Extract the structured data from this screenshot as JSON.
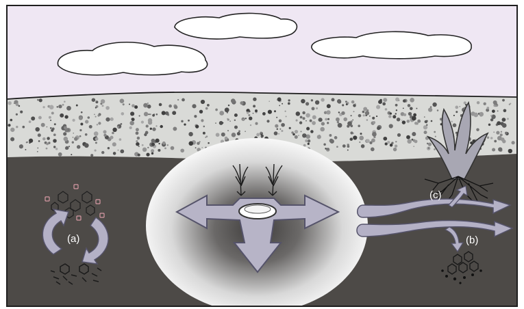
{
  "labels": {
    "a": "(a)",
    "b": "(b)",
    "c": "(c)"
  },
  "colors": {
    "sky": "#efe7f3",
    "sediment": "#d9dad7",
    "ground": "#4d4a47",
    "arrow_fill": "#b4b1c6",
    "arrow_stroke": "#55536a",
    "label_text": "#ffffff"
  }
}
